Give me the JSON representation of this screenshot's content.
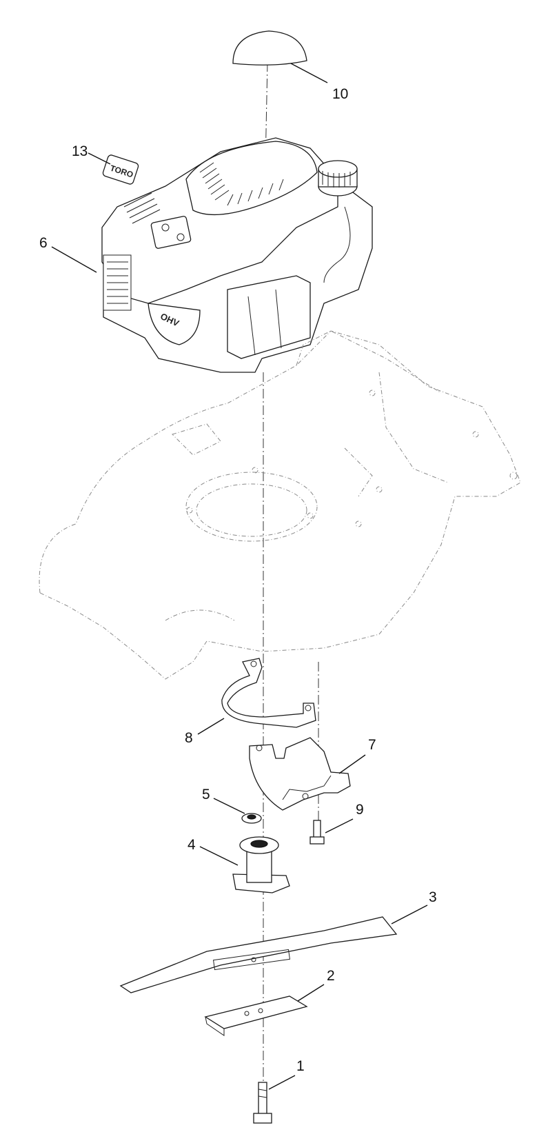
{
  "callouts": [
    {
      "id": "c10",
      "label": "10"
    },
    {
      "id": "c13",
      "label": "13"
    },
    {
      "id": "c6",
      "label": "6"
    },
    {
      "id": "c8",
      "label": "8"
    },
    {
      "id": "c7",
      "label": "7"
    },
    {
      "id": "c5",
      "label": "5"
    },
    {
      "id": "c9",
      "label": "9"
    },
    {
      "id": "c4",
      "label": "4"
    },
    {
      "id": "c3",
      "label": "3"
    },
    {
      "id": "c2",
      "label": "2"
    },
    {
      "id": "c1",
      "label": "1"
    }
  ],
  "engine": {
    "decal_text": "TORO",
    "block_text": "OHV"
  }
}
